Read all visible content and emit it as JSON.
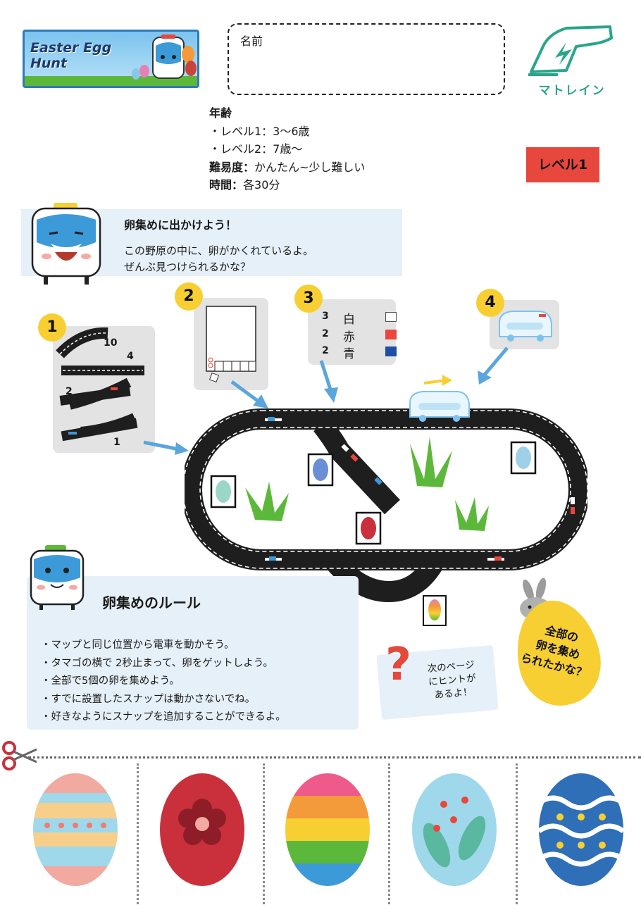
{
  "header": {
    "logo_line1": "Easter Egg",
    "logo_line2": "Hunt",
    "name_label": "名前",
    "brand_name": "マトレイン"
  },
  "info": {
    "age_heading": "年齢",
    "age_level1": "・レベル1：3〜6歳",
    "age_level2": "・レベル2：7歳〜",
    "difficulty_label": "難易度：",
    "difficulty_value": "かんたん~少し難しい",
    "time_label": "時間：",
    "time_value": "各30分"
  },
  "level_badge": "レベル1",
  "intro": {
    "title": "卵集めに出かけよう！",
    "line1": "この野原の中に、卵がかくれているよ。",
    "line2": "ぜんぶ見つけられるかな？"
  },
  "steps": {
    "step1": {
      "number": "1",
      "counts": [
        "10",
        "4",
        "2",
        "1"
      ]
    },
    "step2": {
      "number": "2"
    },
    "step3": {
      "number": "3",
      "colors": [
        {
          "count": "3",
          "label": "白",
          "color": "#ffffff"
        },
        {
          "count": "2",
          "label": "赤",
          "color": "#e8473d"
        },
        {
          "count": "2",
          "label": "青",
          "color": "#1f4fa3"
        }
      ]
    },
    "step4": {
      "number": "4"
    }
  },
  "rules": {
    "title": "卵集めのルール",
    "items": [
      "・マップと同じ位置から電車を動かそう。",
      "・タマゴの横で 2秒止まって、卵をゲットしよう。",
      "・全部で5個の卵を集めよう。",
      "・すでに設置したスナップは動かさないでね。",
      "・好きなようにスナップを追加することができるよ。"
    ]
  },
  "hint": {
    "line1": "次のページ",
    "line2": "にヒントが",
    "line3": "あるよ！"
  },
  "egg_callout": {
    "line1": "全部の",
    "line2": "卵を集め",
    "line3": "られたかな？"
  },
  "colors": {
    "accent_yellow": "#f7cf32",
    "badge_red": "#e8473d",
    "panel_blue": "#e6f0f8",
    "brand_green": "#2aa58a",
    "track": "#1e1e1e"
  }
}
